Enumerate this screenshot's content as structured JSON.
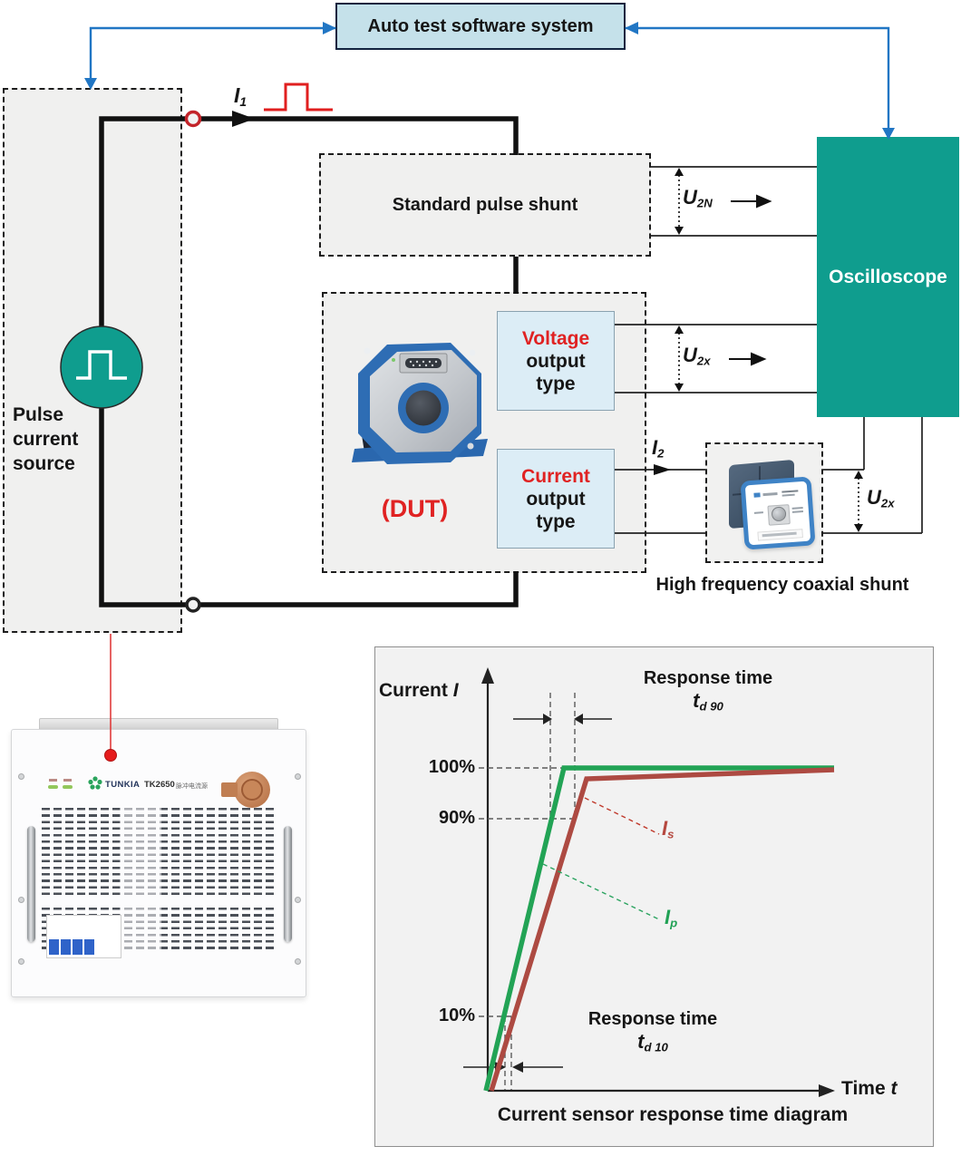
{
  "header": {
    "auto_test_box": "Auto test software system"
  },
  "pulse_source": {
    "label": "Pulse\ncurrent\nsource"
  },
  "shunt_box": {
    "label": "Standard pulse shunt"
  },
  "oscilloscope": {
    "label": "Oscilloscope"
  },
  "dut": {
    "label": "(DUT)",
    "voltage_box": {
      "line1": "Voltage",
      "line2": "output",
      "line3": "type"
    },
    "current_box": {
      "line1": "Current",
      "line2": "output",
      "line3": "type"
    }
  },
  "coax_shunt": {
    "caption": "High frequency coaxial shunt"
  },
  "signals": {
    "i1": {
      "base": "I",
      "sub": "1"
    },
    "i2": {
      "base": "I",
      "sub": "2"
    },
    "u2n": {
      "base": "U",
      "sub": "2N"
    },
    "u2x_voltage": {
      "base": "U",
      "sub": "2x"
    },
    "u2x_coax": {
      "base": "U",
      "sub": "2x"
    }
  },
  "device_photo": {
    "brand": "TUNKIA",
    "model": "TK2650",
    "model_suffix": "脉冲电流源"
  },
  "chart_data": {
    "type": "line",
    "title": "Current sensor response time diagram",
    "xlabel": {
      "text": "Time",
      "symbol": "t"
    },
    "ylabel": {
      "text": "Current",
      "symbol": "I"
    },
    "y_tick_labels": [
      "100%",
      "90%",
      "10%"
    ],
    "y_tick_percents": [
      100,
      90,
      10
    ],
    "grid": false,
    "series": [
      {
        "name": "Ip",
        "label": {
          "base": "I",
          "sub": "p"
        },
        "color": "#22a355",
        "role": "primary step current, fast rise to full value",
        "x_rel": [
          0.0,
          0.225,
          1.0
        ],
        "y_percent": [
          0,
          100,
          100
        ]
      },
      {
        "name": "Is",
        "label": {
          "base": "I",
          "sub": "s"
        },
        "color": "#ad4a42",
        "role": "sensor output current, delayed rise then slow settling",
        "x_rel": [
          0.015,
          0.29,
          1.0
        ],
        "y_percent": [
          0,
          97,
          100
        ]
      }
    ],
    "annotations": {
      "response_time_90": {
        "line1": "Response time",
        "t": "t",
        "sub": "d 90"
      },
      "response_time_10": {
        "line1": "Response time",
        "t": "t",
        "sub": "d 10"
      }
    }
  }
}
